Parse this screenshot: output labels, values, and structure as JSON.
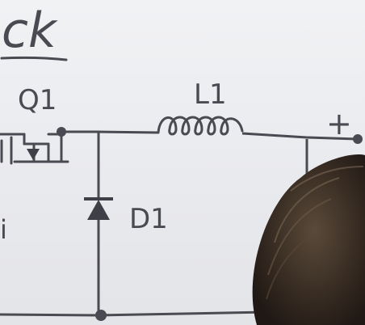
{
  "labels": {
    "title_fragment": "ck",
    "transistor": "Q1",
    "inductor": "L1",
    "diode": "D1",
    "left_edge": "i",
    "plus": "+"
  }
}
